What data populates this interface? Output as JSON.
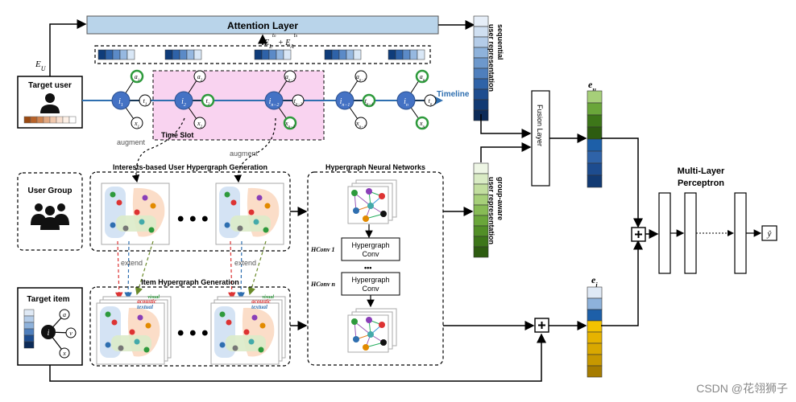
{
  "attention_layer": "Attention Layer",
  "attention_formula": {
    "a": "E",
    "a_sub": "L",
    "a_sup": "t",
    "a_sup_sub": "n",
    "plus": " + ",
    "b": "E",
    "b_sub": "A",
    "b_sup": "t",
    "b_sup_sub": "n"
  },
  "eu_label": "E",
  "eu_sub": "U",
  "target_user": "Target user",
  "timeline": "Timeline",
  "time_slot": "Time Slot",
  "augment_1": "augment",
  "augment_2": "augment",
  "seq_user_rep": "sequential\nuser representation",
  "fusion_layer": "Fusion Layer",
  "e_u": {
    "base": "e",
    "sub": "u"
  },
  "e_i": {
    "base": "e",
    "sub": "i"
  },
  "user_group": "User Group",
  "interest_hypergraph": "Interests-based User Hypergraph Generation",
  "hypergraph_nn": "Hypergraph Neural Networks",
  "group_aware_rep": "group-aware\nuser representation",
  "mlp_title_1": "Multi-Layer",
  "mlp_title_2": "Perceptron",
  "y_hat": "ŷ",
  "extend_1": "extend",
  "extend_2": "extend",
  "item_hypergraph": "Item Hypergraph Generation",
  "hconv1": "HConv 1",
  "hconvn": "HConv n",
  "hypergraph_conv_1": "Hypergraph\nConv",
  "hypergraph_conv_2": "Hypergraph\nConv",
  "dots_conv": "•••",
  "target_item": "Target item",
  "modalities": {
    "visual": "visual",
    "acoustic": "acoustic",
    "textual": "textual"
  },
  "item_nodes": {
    "center": "i",
    "a": "a",
    "v": "v",
    "x": "x"
  },
  "timeline_nodes": [
    {
      "i": "i",
      "i_sub": "1",
      "a": "a",
      "a_sub": "1",
      "t": "t",
      "t_sub": "1",
      "x": "x",
      "x_sub": "1"
    },
    {
      "i": "i",
      "i_sub": "2",
      "a": "a",
      "a_sub": "2",
      "t": "t",
      "t_sub": "2",
      "x": "x",
      "x_sub": "2"
    },
    {
      "i": "i",
      "i_sub": "n−2",
      "a": "a",
      "a_sub": "n−2",
      "t": "t",
      "t_sub": "n−2",
      "x": "x",
      "x_sub": "n−2"
    },
    {
      "i": "i",
      "i_sub": "n−1",
      "a": "a",
      "a_sub": "n−1",
      "t": "t",
      "t_sub": "n−1",
      "x": "x",
      "x_sub": "n−1"
    },
    {
      "i": "i",
      "i_sub": "n",
      "a": "a",
      "a_sub": "n",
      "t": "t",
      "t_sub": "n",
      "x": "x",
      "x_sub": "n"
    }
  ],
  "watermark": "CSDN @花翎狮子",
  "colors": {
    "attention_fill": "#b9d4ea",
    "node_blue": "#4472c4",
    "time_slot_pink": "#f9d3f0",
    "green_dark": "#3b7a1a",
    "green_light": "#e3efd6",
    "blue_dark": "#1f3f7a",
    "gold": "#d9a800"
  }
}
